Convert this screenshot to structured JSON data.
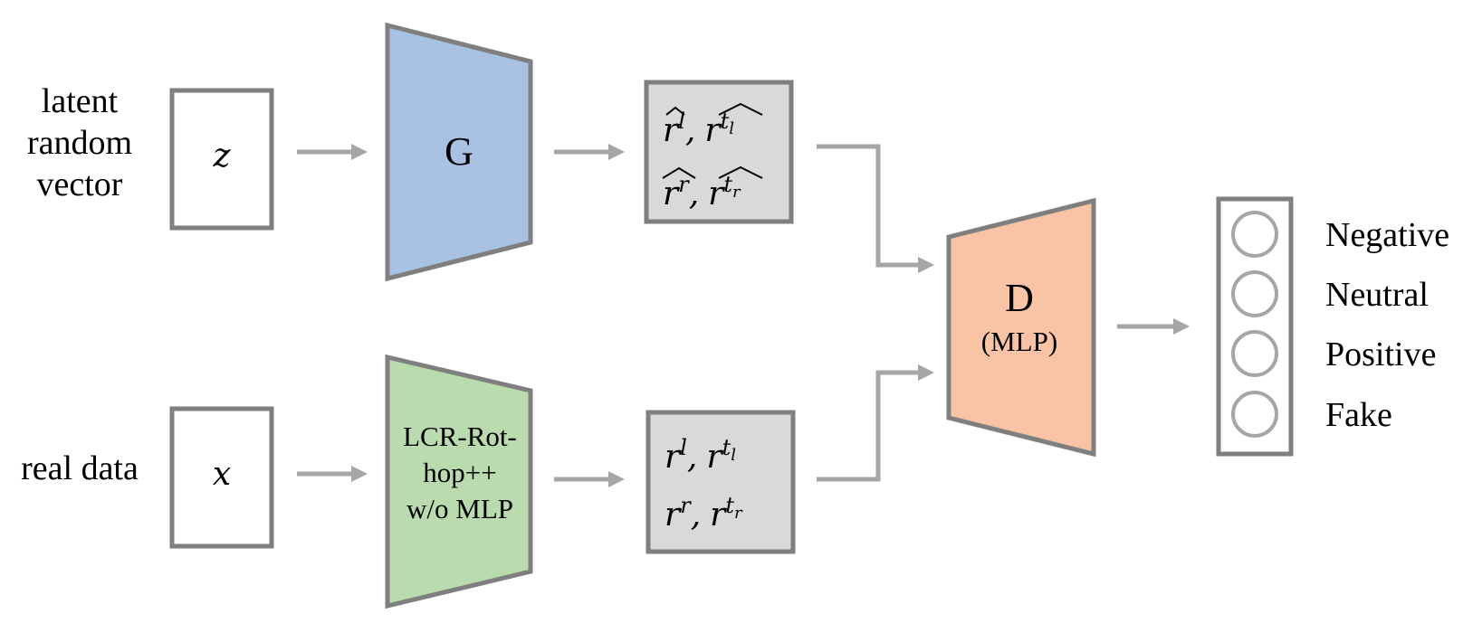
{
  "inputs": {
    "latent_label_lines": [
      "latent",
      "random",
      "vector"
    ],
    "latent_symbol": "z",
    "real_label": "real data",
    "real_symbol": "x"
  },
  "generator": {
    "label": "G",
    "color": "#a9c1e3"
  },
  "encoder": {
    "label_lines": [
      "LCR-Rot-",
      "hop++",
      "w/o MLP"
    ],
    "color": "#b9dbad"
  },
  "fake_repr": {
    "line1": {
      "a": "r",
      "a_sup": "l",
      "sep": ",",
      "b": "r",
      "b_sup": "t",
      "b_sub": "l"
    },
    "line2": {
      "a": "r",
      "a_sup": "r",
      "sep": ",",
      "b": "r",
      "b_sup": "t",
      "b_sub": "r"
    }
  },
  "real_repr": {
    "line1": {
      "a": "r",
      "a_sup": "l",
      "sep": ",",
      "b": "r",
      "b_sup": "t",
      "b_sub": "l"
    },
    "line2": {
      "a": "r",
      "a_sup": "r",
      "sep": ",",
      "b": "r",
      "b_sup": "t",
      "b_sub": "r"
    }
  },
  "discriminator": {
    "label": "D",
    "sublabel": "(MLP)",
    "color": "#f9c4a6"
  },
  "outputs": {
    "classes": [
      {
        "label": "Negative",
        "active": false
      },
      {
        "label": "Neutral",
        "active": false
      },
      {
        "label": "Positive",
        "active": false
      },
      {
        "label": "Fake",
        "active": true
      }
    ],
    "active_color": "#ff6b63"
  },
  "colors": {
    "border": "#7f7f7f",
    "arrow": "#a6a6a6",
    "repr_fill": "#d9d9d9"
  }
}
